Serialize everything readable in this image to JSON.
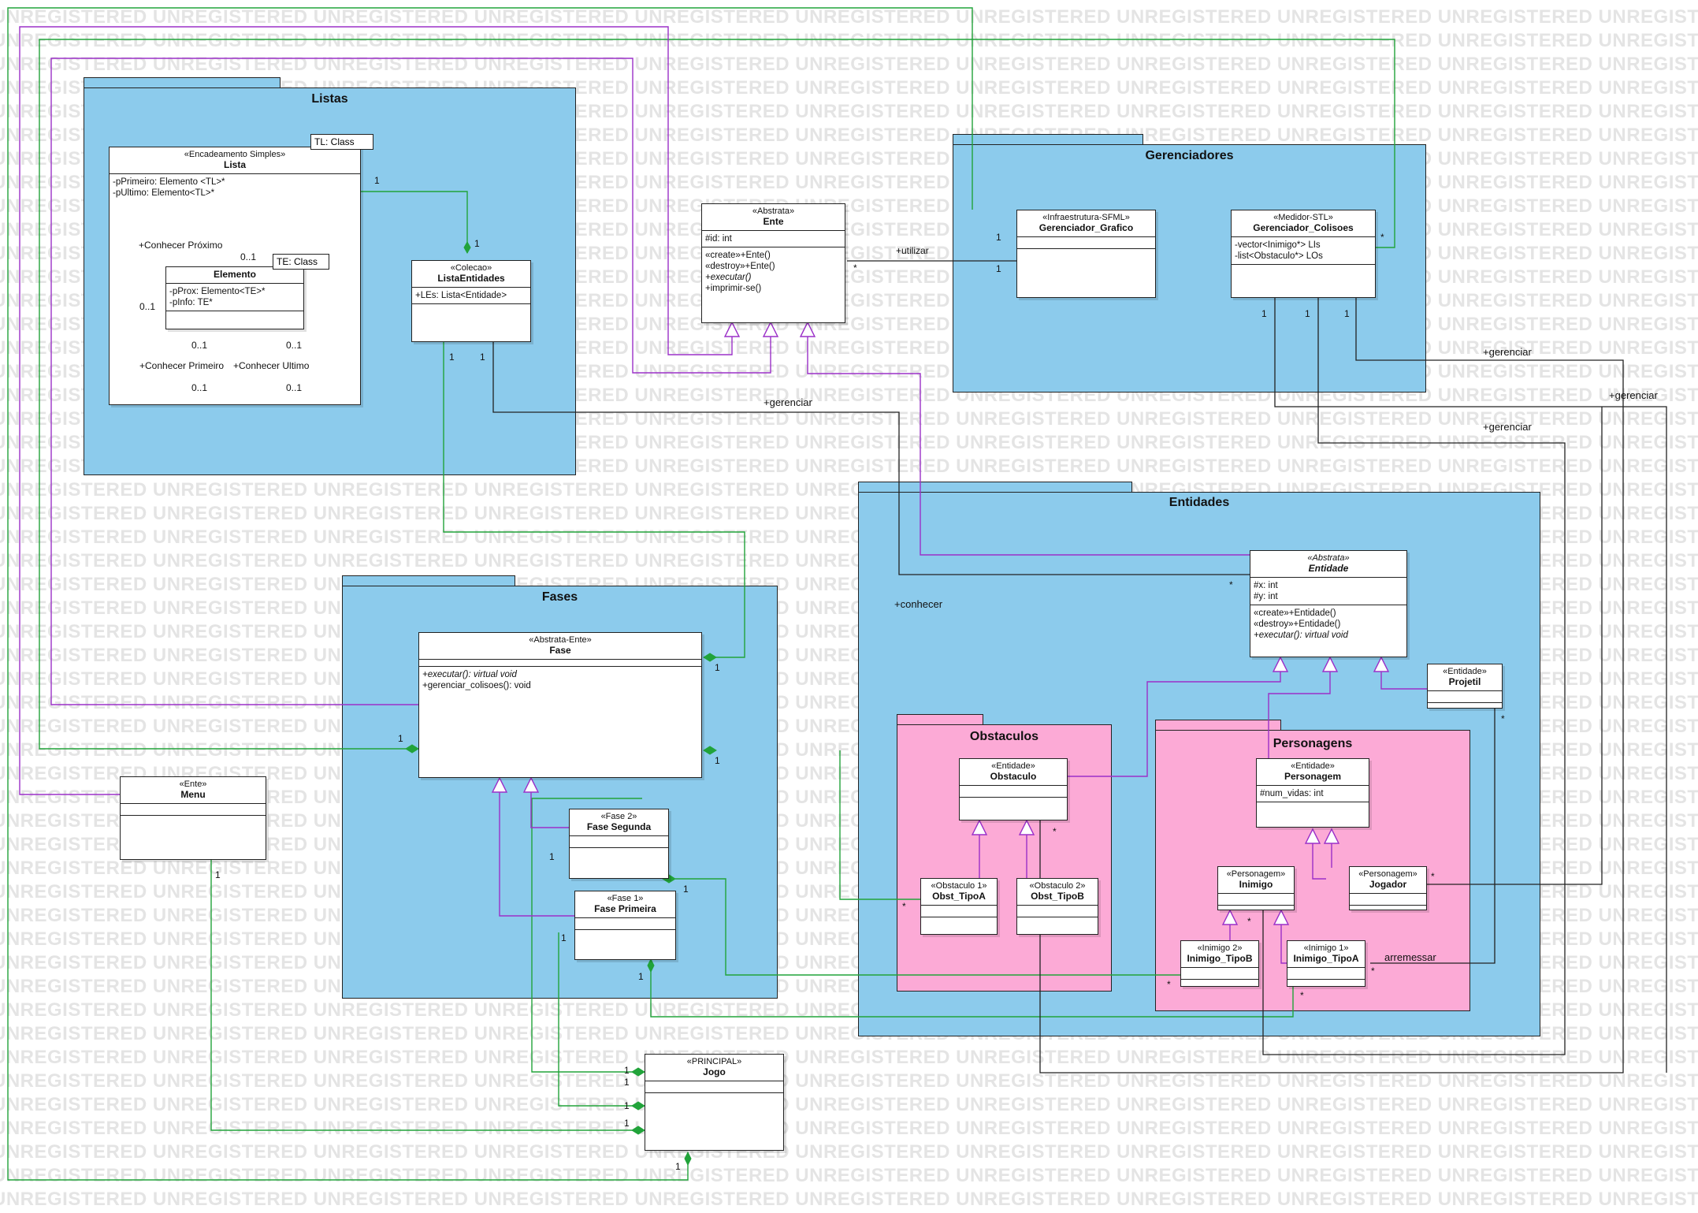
{
  "watermark": {
    "text": "UNREGISTERED"
  },
  "packages": {
    "listas": "Listas",
    "gerenciadores": "Gerenciadores",
    "entidades": "Entidades",
    "fases": "Fases",
    "obstaculos": "Obstaculos",
    "personagens": "Personagens"
  },
  "classes": {
    "lista": {
      "stereotype": "«Encadeamento Simples»",
      "name": "Lista",
      "template": "TL: Class",
      "attributes": [
        "-pPrimeiro: Elemento <TL>*",
        "-pUltimo: Elemento<TL>*"
      ]
    },
    "elemento": {
      "name": "Elemento",
      "template": "TE: Class",
      "attributes": [
        "-pProx: Elemento<TE>*",
        "-pInfo: TE*"
      ]
    },
    "lista_entidades": {
      "stereotype": "«Colecao»",
      "name": "ListaEntidades",
      "attributes": [
        "+LEs: Lista<Entidade>"
      ]
    },
    "ente": {
      "stereotype": "«Abstrata»",
      "name": "Ente",
      "attributes": [
        "#id: int"
      ],
      "operations": [
        "«create»+Ente()",
        "«destroy»+Ente()",
        "+executar()",
        "+imprimir-se()"
      ]
    },
    "gerenciador_grafico": {
      "stereotype": "«Infraestrutura-SFML»",
      "name": "Gerenciador_Grafico"
    },
    "gerenciador_colisoes": {
      "stereotype": "«Medidor-STL»",
      "name": "Gerenciador_Colisoes",
      "attributes": [
        "-vector<Inimigo*> LIs",
        "-list<Obstaculo*> LOs"
      ]
    },
    "entidade": {
      "stereotype": "«Abstrata»",
      "name": "Entidade",
      "attributes": [
        "#x: int",
        "#y: int"
      ],
      "operations": [
        "«create»+Entidade()",
        "«destroy»+Entidade()"
      ],
      "op_abstract_name": "+executar():",
      "op_abstract_type": " virtual void"
    },
    "projetil": {
      "stereotype": "«Entidade»",
      "name": "Projetil"
    },
    "obstaculo": {
      "stereotype": "«Entidade»",
      "name": "Obstaculo"
    },
    "obst_tipo_a": {
      "stereotype": "«Obstaculo 1»",
      "name": "Obst_TipoA"
    },
    "obst_tipo_b": {
      "stereotype": "«Obstaculo 2»",
      "name": "Obst_TipoB"
    },
    "personagem": {
      "stereotype": "«Entidade»",
      "name": "Personagem",
      "attributes": [
        "#num_vidas: int"
      ]
    },
    "inimigo": {
      "stereotype": "«Personagem»",
      "name": "Inimigo"
    },
    "jogador": {
      "stereotype": "«Personagem»",
      "name": "Jogador"
    },
    "inimigo_tipo_b": {
      "stereotype": "«Inimigo 2»",
      "name": "Inimigo_TipoB"
    },
    "inimigo_tipo_a": {
      "stereotype": "«Inimigo 1»",
      "name": "Inimigo_TipoA"
    },
    "fase": {
      "stereotype": "«Abstrata-Ente»",
      "name": "Fase",
      "op_abstract": "+executar(): virtual void",
      "operations": [
        "+gerenciar_colisoes(): void"
      ]
    },
    "fase_segunda": {
      "stereotype": "«Fase 2»",
      "name": "Fase Segunda"
    },
    "fase_primeira": {
      "stereotype": "«Fase 1»",
      "name": "Fase Primeira"
    },
    "menu": {
      "stereotype": "«Ente»",
      "name": "Menu"
    },
    "jogo": {
      "stereotype": "«PRINCIPAL»",
      "name": "Jogo"
    }
  },
  "labels": {
    "conhecer_proximo": "+Conhecer Próximo",
    "conhecer_primeiro": "+Conhecer Primeiro",
    "conhecer_ultimo": "+Conhecer Ultimo",
    "mult_01": "0..1",
    "one": "1",
    "many": "*",
    "utilizar": "+utilizar",
    "gerenciar": "+gerenciar",
    "conhecer": "+conhecer",
    "arremessar": "arremessar"
  }
}
